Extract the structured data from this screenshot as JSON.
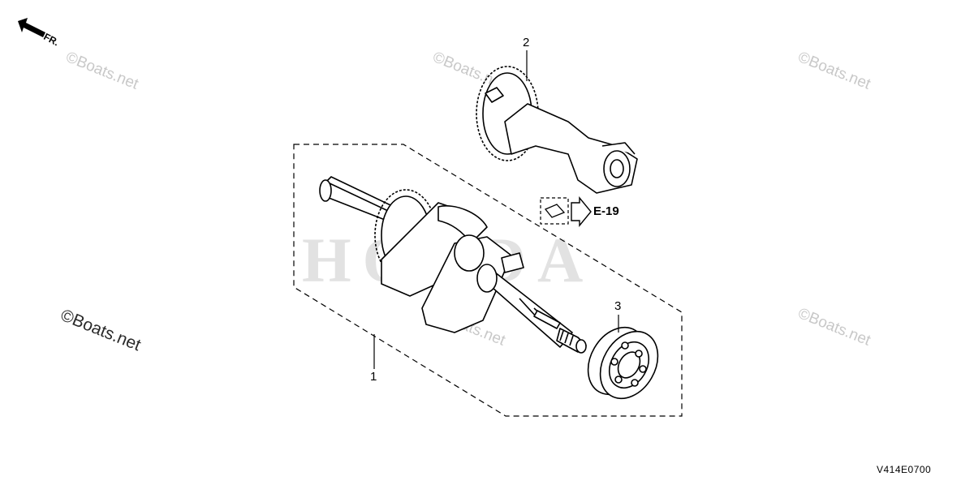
{
  "brand_watermark": "HONDA",
  "watermark_text": "©Boats.net",
  "watermark_text_dark": "©Boats.net",
  "direction_label": "FR.",
  "reference_code": "E-19",
  "diagram_code": "V414E0700",
  "parts": [
    {
      "callout": "1"
    },
    {
      "callout": "2"
    },
    {
      "callout": "3"
    }
  ]
}
